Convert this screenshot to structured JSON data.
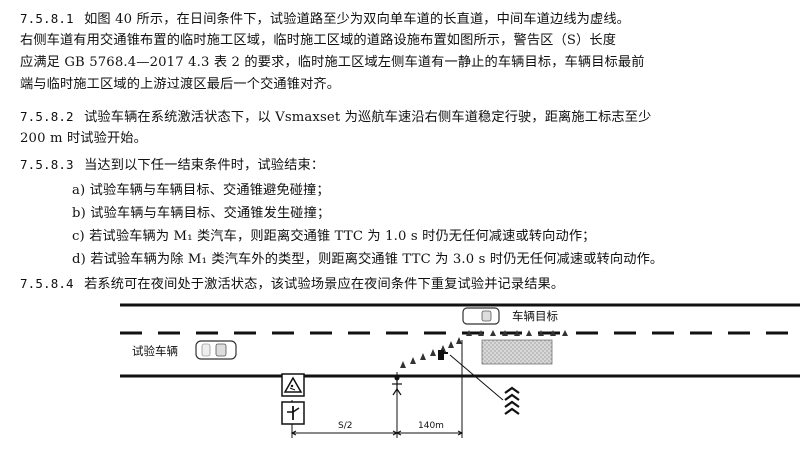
{
  "text": {
    "p1_num": "7.5.8.1",
    "p1_l1": "如图 40 所示，在日间条件下，试验道路至少为双向单车道的长直道，中间车道边线为虚线。",
    "p1_l2": "右侧车道有用交通锥布置的临时施工区域，临时施工区域的道路设施布置如图所示，警告区（S）长度",
    "p1_l3": "应满足 GB 5768.4—2017 4.3 表 2 的要求，临时施工区域左侧车道有一静止的车辆目标，车辆目标最前",
    "p1_l4": "端与临时施工区域的上游过渡区最后一个交通锥对齐。",
    "p2_num": "7.5.8.2",
    "p2_l1": "试验车辆在系统激活状态下，以 Vsmaxset 为巡航车速沿右侧车道稳定行驶，距离施工标志至少",
    "p2_l2": "200 m 时试验开始。",
    "p3_num": "7.5.8.3",
    "p3_l1": "当达到以下任一结束条件时，试验结束：",
    "item_a": "a)  试验车辆与车辆目标、交通锥避免碰撞；",
    "item_b": "b)  试验车辆与车辆目标、交通锥发生碰撞；",
    "item_c": "c)  若试验车辆为 M₁ 类汽车，则距离交通锥 TTC 为 1.0 s 时仍无任何减速或转向动作；",
    "item_d": "d)  若试验车辆为除 M₁ 类汽车外的类型，则距离交通锥 TTC 为 3.0 s 时仍无任何减速或转向动作。",
    "p4_num": "7.5.8.4",
    "p4_l1": "若系统可在夜间处于激活状态，该试验场景应在夜间条件下重复试验并记录结果。"
  },
  "diagram": {
    "target_label": "车辆目标",
    "test_vehicle_label": "试验车辆",
    "dim_s": "S/2",
    "dim_140": "140m"
  }
}
